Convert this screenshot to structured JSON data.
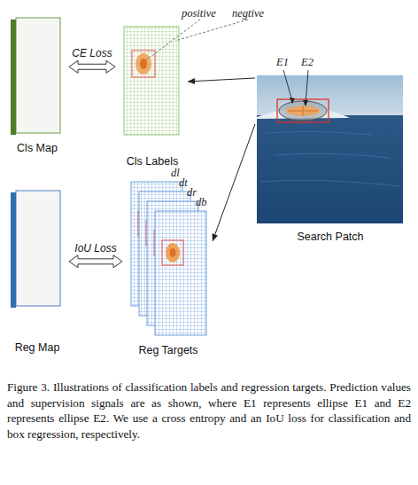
{
  "diagram": {
    "caption": "Figure 3. Illustrations of classification labels and regression targets. Prediction values and supervision signals are as shown, where E1 represents ellipse E1 and E2 represents ellipse E2. We use a cross entropy and an IoU loss for classification and box regression, respectively.",
    "nodes": [
      {
        "text": [
          "Cls Map"
        ]
      },
      {
        "text": [
          "Cls Labels"
        ]
      },
      {
        "text": [
          "Reg Map"
        ]
      },
      {
        "text": [
          "Reg Targets"
        ]
      },
      {
        "text": [
          "Search Patch"
        ]
      }
    ],
    "edges": [
      {
        "from": 0,
        "to": 1,
        "label": "CE Loss",
        "arrow": "both"
      },
      {
        "from": 2,
        "to": 3,
        "label": "IoU Loss",
        "arrow": "both"
      },
      {
        "from": 4,
        "to": 1,
        "arrow": "to"
      },
      {
        "from": 4,
        "to": 3,
        "arrow": "to"
      }
    ],
    "labels": [
      "positive",
      "negtive",
      "E1",
      "E2",
      "dl",
      "dt",
      "dr",
      "db"
    ]
  }
}
